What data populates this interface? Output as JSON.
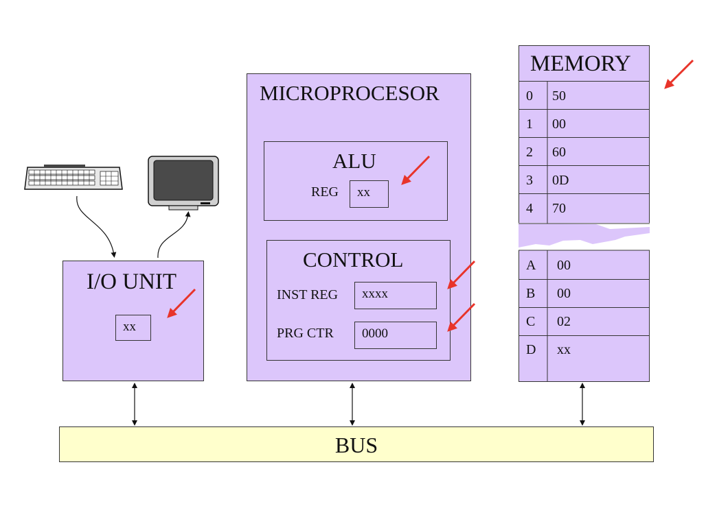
{
  "io_unit": {
    "title": "I/O UNIT",
    "reg_value": "xx"
  },
  "microprocessor": {
    "title": "MICROPROCESOR",
    "alu": {
      "title": "ALU",
      "reg_label": "REG",
      "reg_value": "xx"
    },
    "control": {
      "title": "CONTROL",
      "inst_reg_label": "INST REG",
      "inst_reg_value": "xxxx",
      "prg_ctr_label": "PRG CTR",
      "prg_ctr_value": "0000"
    }
  },
  "memory": {
    "title": "MEMORY",
    "top_rows": [
      {
        "addr": "0",
        "value": "50"
      },
      {
        "addr": "1",
        "value": "00"
      },
      {
        "addr": "2",
        "value": "60"
      },
      {
        "addr": "3",
        "value": "0D"
      },
      {
        "addr": "4",
        "value": "70"
      }
    ],
    "bottom_rows": [
      {
        "addr": "A",
        "value": "00"
      },
      {
        "addr": "B",
        "value": "00"
      },
      {
        "addr": "C",
        "value": "02"
      },
      {
        "addr": "D",
        "value": "xx"
      }
    ]
  },
  "bus": {
    "label": "BUS"
  },
  "colors": {
    "box_fill": "#dcc6fb",
    "bus_fill": "#ffffcc",
    "arrow_red": "#e8342a"
  },
  "icons": [
    "keyboard-icon",
    "monitor-icon"
  ]
}
